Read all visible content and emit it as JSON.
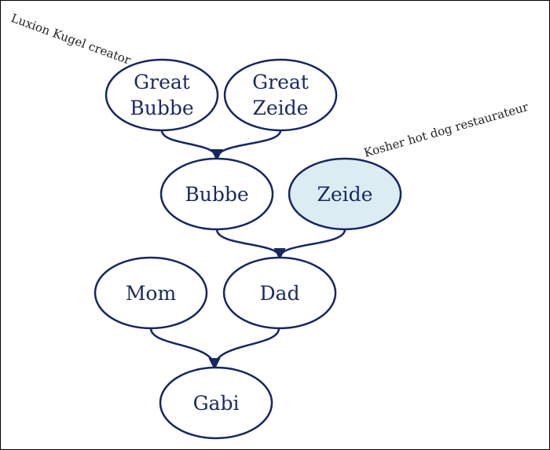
{
  "colors": {
    "stroke": "#162760",
    "text": "#1a2a5e",
    "node_fill": "#ffffff",
    "highlight_fill": "#dbecf3"
  },
  "nodes": {
    "great_bubbe": {
      "line1": "Great",
      "line2": "Bubbe"
    },
    "great_zeide": {
      "line1": "Great",
      "line2": "Zeide"
    },
    "bubbe": {
      "label": "Bubbe"
    },
    "zeide": {
      "label": "Zeide",
      "highlighted": true
    },
    "mom": {
      "label": "Mom"
    },
    "dad": {
      "label": "Dad"
    },
    "gabi": {
      "label": "Gabi"
    }
  },
  "annotations": {
    "great_bubbe_note": "Luxion Kugel creator",
    "zeide_note": "Kosher hot dog restaurateur"
  },
  "edges": [
    {
      "from": "great_bubbe",
      "to": "bubbe"
    },
    {
      "from": "great_zeide",
      "to": "bubbe"
    },
    {
      "from": "bubbe",
      "to": "dad"
    },
    {
      "from": "zeide",
      "to": "dad"
    },
    {
      "from": "mom",
      "to": "gabi"
    },
    {
      "from": "dad",
      "to": "gabi"
    }
  ]
}
